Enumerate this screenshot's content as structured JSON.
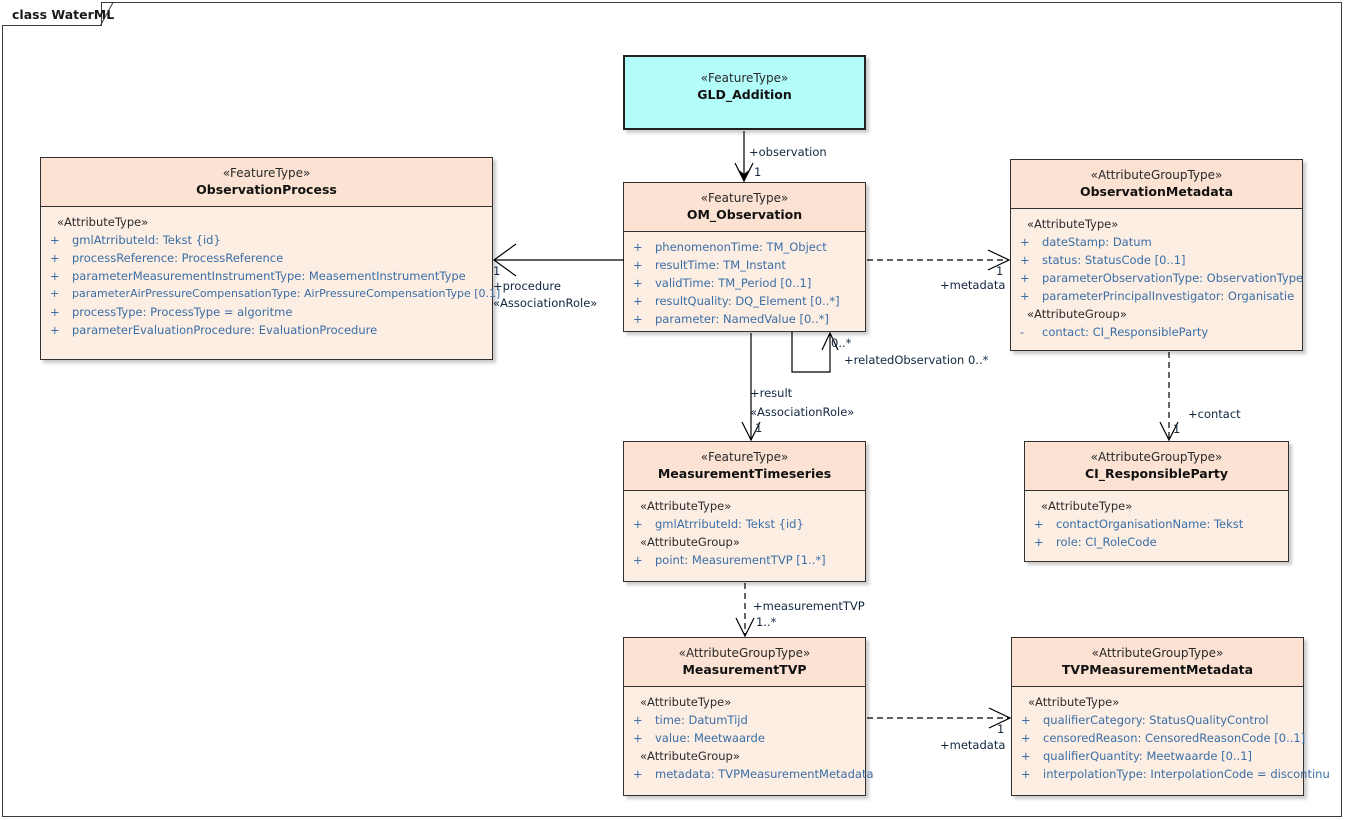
{
  "diagram": {
    "title": "class WaterML"
  },
  "classes": {
    "gld_addition": {
      "stereotype": "«FeatureType»",
      "name": "GLD_Addition",
      "sections": []
    },
    "observation_process": {
      "stereotype": "«FeatureType»",
      "name": "ObservationProcess",
      "sections": [
        {
          "group": "«AttributeType»",
          "attributes": [
            {
              "vis": "+",
              "sig": "gmlAtrributeId: Tekst {id}"
            },
            {
              "vis": "+",
              "sig": "processReference: ProcessReference"
            },
            {
              "vis": "+",
              "sig": "parameterMeasurementInstrumentType: MeasementInstrumentType"
            },
            {
              "vis": "+",
              "sig": "parameterAirPressureCompensationType: AirPressureCompensationType [0.1]"
            },
            {
              "vis": "+",
              "sig": "processType: ProcessType = algoritme"
            },
            {
              "vis": "+",
              "sig": "parameterEvaluationProcedure: EvaluationProcedure"
            }
          ]
        }
      ]
    },
    "om_observation": {
      "stereotype": "«FeatureType»",
      "name": "OM_Observation",
      "sections": [
        {
          "group": "",
          "attributes": [
            {
              "vis": "+",
              "sig": "phenomenonTime: TM_Object"
            },
            {
              "vis": "+",
              "sig": "resultTime: TM_Instant"
            },
            {
              "vis": "+",
              "sig": "validTime: TM_Period [0..1]"
            },
            {
              "vis": "+",
              "sig": "resultQuality: DQ_Element [0..*]"
            },
            {
              "vis": "+",
              "sig": "parameter: NamedValue [0..*]"
            }
          ]
        }
      ]
    },
    "observation_metadata": {
      "stereotype": "«AttributeGroupType»",
      "name": "ObservationMetadata",
      "sections": [
        {
          "group": "«AttributeType»",
          "attributes": [
            {
              "vis": "+",
              "sig": "dateStamp: Datum"
            },
            {
              "vis": "+",
              "sig": "status: StatusCode [0..1]"
            },
            {
              "vis": "+",
              "sig": "parameterObservationType: ObservationType"
            },
            {
              "vis": "+",
              "sig": "parameterPrincipalInvestigator: Organisatie"
            }
          ]
        },
        {
          "group": "«AttributeGroup»",
          "attributes": [
            {
              "vis": "-",
              "sig": "contact: CI_ResponsibleParty"
            }
          ]
        }
      ]
    },
    "measurement_timeseries": {
      "stereotype": "«FeatureType»",
      "name": "MeasurementTimeseries",
      "sections": [
        {
          "group": "«AttributeType»",
          "attributes": [
            {
              "vis": "+",
              "sig": "gmlAtrributeId: Tekst {id}"
            }
          ]
        },
        {
          "group": "«AttributeGroup»",
          "attributes": [
            {
              "vis": "+",
              "sig": "point: MeasurementTVP [1..*]"
            }
          ]
        }
      ]
    },
    "ci_responsible_party": {
      "stereotype": "«AttributeGroupType»",
      "name": "CI_ResponsibleParty",
      "sections": [
        {
          "group": "«AttributeType»",
          "attributes": [
            {
              "vis": "+",
              "sig": "contactOrganisationName: Tekst"
            },
            {
              "vis": "+",
              "sig": "role: CI_RoleCode"
            }
          ]
        }
      ]
    },
    "measurement_tvp": {
      "stereotype": "«AttributeGroupType»",
      "name": "MeasurementTVP",
      "sections": [
        {
          "group": "«AttributeType»",
          "attributes": [
            {
              "vis": "+",
              "sig": "time: DatumTijd"
            },
            {
              "vis": "+",
              "sig": "value: Meetwaarde"
            }
          ]
        },
        {
          "group": "«AttributeGroup»",
          "attributes": [
            {
              "vis": "+",
              "sig": "metadata: TVPMeasurementMetadata"
            }
          ]
        }
      ]
    },
    "tvp_measurement_metadata": {
      "stereotype": "«AttributeGroupType»",
      "name": "TVPMeasurementMetadata",
      "sections": [
        {
          "group": "«AttributeType»",
          "attributes": [
            {
              "vis": "+",
              "sig": "qualifierCategory: StatusQualityControl"
            },
            {
              "vis": "+",
              "sig": "censoredReason: CensoredReasonCode [0..1]"
            },
            {
              "vis": "+",
              "sig": "qualifierQuantity: Meetwaarde [0..1]"
            },
            {
              "vis": "+",
              "sig": "interpolationType: InterpolationCode = discontinu"
            }
          ]
        }
      ]
    }
  },
  "connectors": {
    "observation": {
      "role": "+observation",
      "target_mult": "1"
    },
    "procedure": {
      "role": "+procedure",
      "stereotype": "«AssociationRole»",
      "source_mult": "1"
    },
    "obs_metadata": {
      "role": "+metadata",
      "target_mult": "1"
    },
    "related_observation": {
      "role": "+relatedObservation 0..*",
      "source_mult": "0..*"
    },
    "result": {
      "role": "+result",
      "stereotype": "«AssociationRole»",
      "target_mult": "1"
    },
    "contact": {
      "role": "+contact",
      "target_mult": "1"
    },
    "measurement_tvp": {
      "role": "+measurementTVP",
      "target_mult": "1..*"
    },
    "tvp_metadata": {
      "role": "+metadata",
      "target_mult": "1"
    }
  },
  "colors": {
    "class_fill": "#fdeee4",
    "class_header": "#fbe2d2",
    "accent_fill": "#b2fcf9",
    "border": "#33312f",
    "attribute_text": "#3a6ea5"
  }
}
